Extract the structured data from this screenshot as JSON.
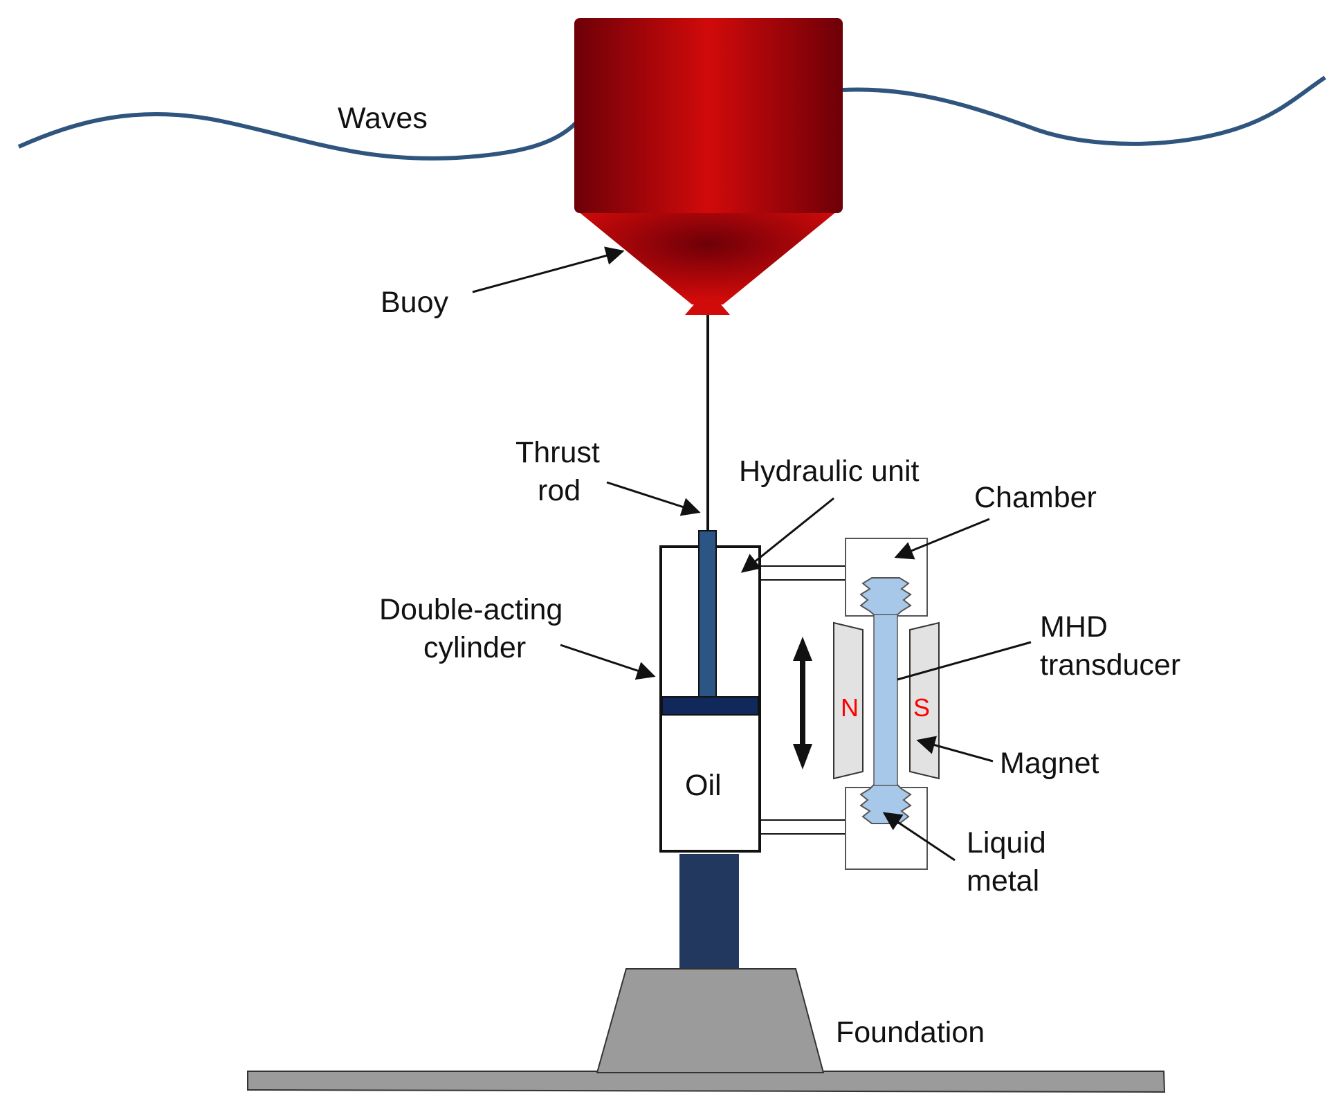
{
  "labels": {
    "waves": "Waves",
    "buoy": "Buoy",
    "thrust_rod_line1": "Thrust",
    "thrust_rod_line2": "rod",
    "hydraulic_unit": "Hydraulic unit",
    "chamber": "Chamber",
    "cylinder_line1": "Double-acting",
    "cylinder_line2": "cylinder",
    "mhd_line1": "MHD",
    "mhd_line2": "transducer",
    "north_pole": "N",
    "south_pole": "S",
    "magnet": "Magnet",
    "oil": "Oil",
    "liquid_metal_line1": "Liquid",
    "liquid_metal_line2": "metal",
    "foundation": "Foundation"
  },
  "colors": {
    "wave_line": "#2f557f",
    "buoy_dark": "#6e0008",
    "buoy_light": "#d10a0a",
    "rod_blue": "#2a5584",
    "piston_blue": "#10285a",
    "pedestal_blue": "#22385f",
    "liquid_metal": "#a8c8ea",
    "magnet_grey": "#e2e2e2",
    "foundation_grey": "#9b9b9b",
    "pole_text": "#ff0000"
  }
}
